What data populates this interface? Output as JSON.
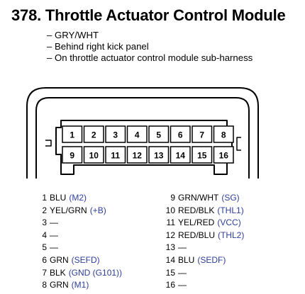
{
  "title": "378. Throttle Actuator Control Module",
  "description": [
    "– GRY/WHT",
    "– Behind right kick panel",
    "– On throttle actuator control module sub-harness"
  ],
  "connector": {
    "top_row": [
      "1",
      "2",
      "3",
      "4",
      "5",
      "6",
      "7",
      "8"
    ],
    "bottom_row": [
      "9",
      "10",
      "11",
      "12",
      "13",
      "14",
      "15",
      "16"
    ]
  },
  "pins_left": [
    {
      "num": "1",
      "color": "BLU",
      "signal": "(M2)"
    },
    {
      "num": "2",
      "color": "YEL/GRN",
      "signal": "(+B)"
    },
    {
      "num": "3",
      "color": "—",
      "signal": ""
    },
    {
      "num": "4",
      "color": "—",
      "signal": ""
    },
    {
      "num": "5",
      "color": "—",
      "signal": ""
    },
    {
      "num": "6",
      "color": "GRN",
      "signal": "(SEFD)"
    },
    {
      "num": "7",
      "color": "BLK",
      "signal": "(GND (G101))"
    },
    {
      "num": "8",
      "color": "GRN",
      "signal": "(M1)"
    }
  ],
  "pins_right": [
    {
      "num": "9",
      "color": "GRN/WHT",
      "signal": "(SG)"
    },
    {
      "num": "10",
      "color": "RED/BLK",
      "signal": "(THL1)"
    },
    {
      "num": "11",
      "color": "YEL/RED",
      "signal": "(VCC)"
    },
    {
      "num": "12",
      "color": "RED/BLU",
      "signal": "(THL2)"
    },
    {
      "num": "13",
      "color": "—",
      "signal": ""
    },
    {
      "num": "14",
      "color": "BLU",
      "signal": "(SEDF)"
    },
    {
      "num": "15",
      "color": "—",
      "signal": ""
    },
    {
      "num": "16",
      "color": "—",
      "signal": ""
    }
  ],
  "colors": {
    "signal_text": "#2d3e9c",
    "text": "#000000"
  }
}
